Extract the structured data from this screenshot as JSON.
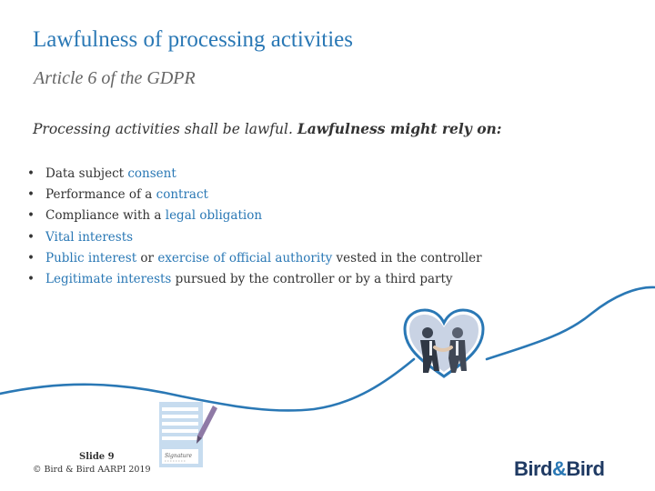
{
  "slide": {
    "title": "Lawfulness of processing activities",
    "subtitle": "Article 6 of the GDPR",
    "intro": {
      "normal": "Processing activities shall be lawful. ",
      "bold": "Lawfulness might rely on:"
    },
    "bullets": [
      {
        "before": "Data subject ",
        "highlight": "consent",
        "after": ""
      },
      {
        "before": "Performance of a ",
        "highlight": "contract",
        "after": ""
      },
      {
        "before": "Compliance with a ",
        "highlight": "legal obligation",
        "after": ""
      },
      {
        "before": "",
        "highlight": "Vital interests",
        "after": ""
      },
      {
        "before": "",
        "highlight": "Public interest",
        "middle": " or ",
        "highlight2": "exercise of official authority",
        "after": " vested in the controller"
      },
      {
        "before": "",
        "highlight": "Legitimate interests",
        "after": " pursued by the controller or by a third party"
      }
    ]
  },
  "footer": {
    "slide_number": "Slide 9",
    "copyright": "© Bird & Bird AARPI 2019",
    "logo": {
      "part1": "Bird",
      "amp": "&",
      "part2": "Bird"
    }
  },
  "illustration": {
    "heart_icon": "heart-handshake-icon",
    "document_icon": "signed-document-icon",
    "signature_label": "Signature"
  },
  "colors": {
    "accent": "#2a78b5",
    "text": "#333333",
    "subtitle": "#666666",
    "brand_navy": "#1f3a63"
  }
}
